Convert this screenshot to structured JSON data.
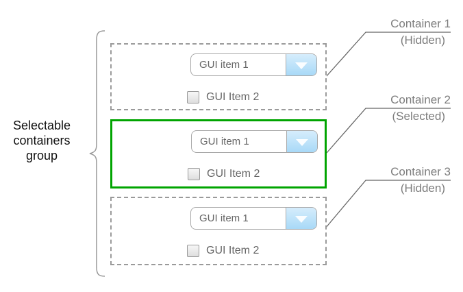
{
  "group": {
    "label": "Selectable containers group"
  },
  "containers": [
    {
      "name": "Container 1",
      "state": "(Hidden)",
      "selected": false,
      "dropdown": {
        "value": "GUI item 1"
      },
      "checkbox": {
        "label": "GUI Item 2",
        "checked": false
      }
    },
    {
      "name": "Container 2",
      "state": "(Selected)",
      "selected": true,
      "dropdown": {
        "value": "GUI item 1"
      },
      "checkbox": {
        "label": "GUI Item 2",
        "checked": false
      }
    },
    {
      "name": "Container 3",
      "state": "(Hidden)",
      "selected": false,
      "dropdown": {
        "value": "GUI item 1"
      },
      "checkbox": {
        "label": "GUI Item 2",
        "checked": false
      }
    }
  ],
  "colors": {
    "selected_border": "#00a400",
    "hidden_border": "#9a9a9a",
    "callout_text": "#7d7d7d",
    "leader_line": "#666666",
    "brace": "#999999",
    "dropdown_arrow_top": "#d6edfc",
    "dropdown_arrow_bottom": "#a8d9f7",
    "widget_text": "#666666"
  }
}
